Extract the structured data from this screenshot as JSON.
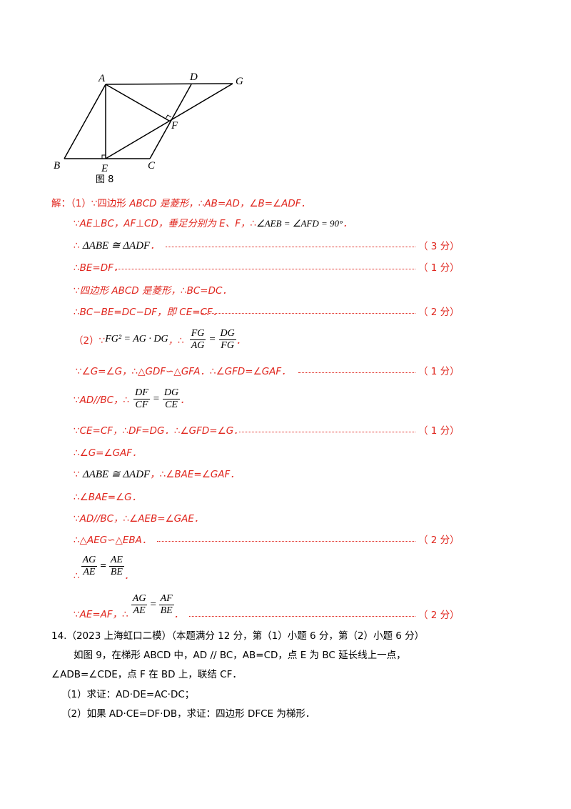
{
  "figure": {
    "caption": "图 8",
    "labels": {
      "A": "A",
      "B": "B",
      "C": "C",
      "D": "D",
      "E": "E",
      "F": "F",
      "G": "G"
    }
  },
  "solution": {
    "l1_prefix": "解：（1）∵四边形 ",
    "l1_math": "ABCD",
    "l1_rest": " 是菱形，∴AB=AD，∠B=∠ADF．",
    "l2_text": "∵AE⊥BC，AF⊥CD，垂足分别为 E、F，∴",
    "l2_math": "∠AEB = ∠AFD = 90°",
    "l2_end": "．",
    "l3_prefix": "∴ ",
    "l3_math": "ΔABE ≅ ΔADF",
    "l3_end": "．",
    "l3_score": "（ 3 分）",
    "l4_text": "∴BE=DF．",
    "l4_score": "（ 1 分）",
    "l5_text": "∵四边形 ABCD 是菱形，∴BC=DC．",
    "l6_text": "∴BC−BE=DC−DF，即 CE=CF．",
    "l6_score": "（ 2 分）",
    "l7_prefix": "（2）∵",
    "l7_math": "FG² = AG · DG",
    "l7_mid": "，∴",
    "l7_num1": "FG",
    "l7_den1": "AG",
    "l7_eq": "=",
    "l7_num2": "DG",
    "l7_den2": "FG",
    "l7_end": "．",
    "l8_text": "∵∠G=∠G，∴△GDF∽△GFA．∴∠GFD=∠GAF．",
    "l8_score": "（ 1 分）",
    "l9_text": "∵AD//BC，∴",
    "l9_num1": "DF",
    "l9_den1": "CF",
    "l9_eq": "=",
    "l9_num2": "DG",
    "l9_den2": "CE",
    "l9_end": "．",
    "l10_text": "∵CE=CF，∴DF=DG．∴∠GFD=∠G．",
    "l10_score": "（ 1 分）",
    "l11_text": "∴∠G=∠GAF．",
    "l12_prefix": "∵ ",
    "l12_math": "ΔABE ≅ ΔADF",
    "l12_rest": "，∴∠BAE=∠GAF．",
    "l13_text": "∴∠BAE=∠G．",
    "l14_text": "∵AD//BC，∴∠AEB=∠GAE．",
    "l15_text": "∴△AEG∽△EBA．",
    "l15_score": "（ 2 分）",
    "l16_prefix": "∴",
    "l16_num1": "AG",
    "l16_den1": "AE",
    "l16_eq": "=",
    "l16_num2": "AE",
    "l16_den2": "BE",
    "l16_end": "．",
    "l17_text": "∵AE=AF，∴",
    "l17_num1": "AG",
    "l17_den1": "AE",
    "l17_eq": "=",
    "l17_num2": "AF",
    "l17_den2": "BE",
    "l17_end": "．",
    "l17_score": "（ 2 分）"
  },
  "problem14": {
    "header": "14.（2023 上海虹口二模）（本题满分 12 分，第（1）小题 6 分，第（2）小题 6 分）",
    "line1": "如图 9，在梯形 ABCD 中，AD // BC，AB=CD，点 E 为 BC 延长线上一点，",
    "line2": "∠ADB=∠CDE，点 F 在 BD 上，联结 CF．",
    "q1": "（1）求证：AD·DE=AC·DC；",
    "q2": "（2）如果 AD·CE=DF·DB，求证：四边形 DFCE 为梯形．"
  }
}
